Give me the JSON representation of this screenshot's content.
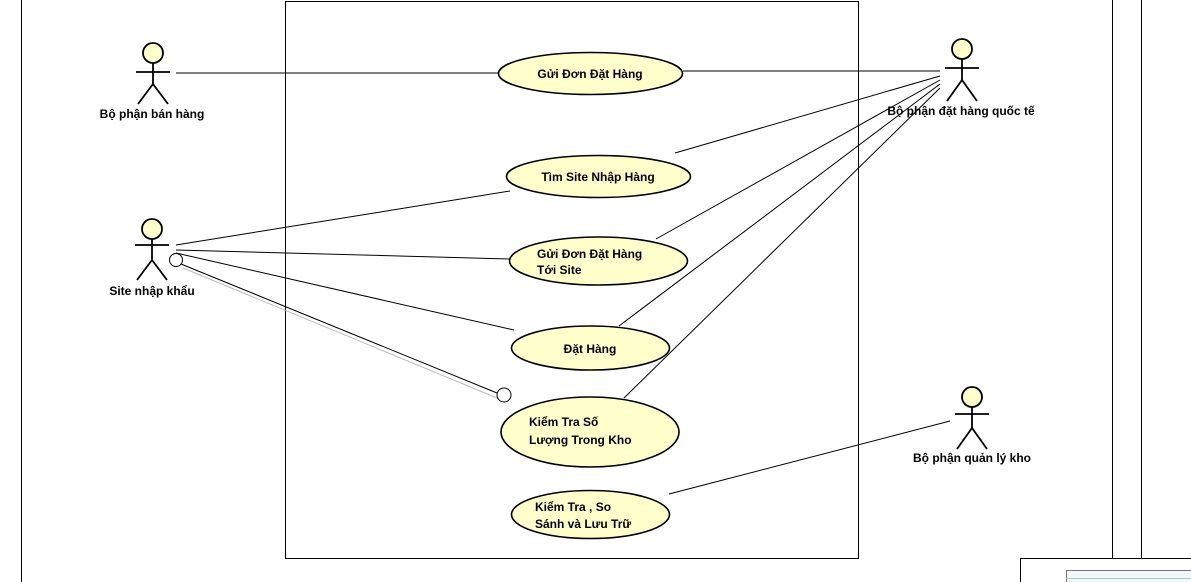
{
  "colors": {
    "usecase_fill": "#ffffcc",
    "actor_fill": "#ffffcc",
    "stroke": "#000000",
    "background": "#ffffff"
  },
  "actors": {
    "sales": "Bộ phận bán hàng",
    "importer": "Site nhập khẩu",
    "intl_ordering": "Bộ phận đặt hàng quốc tế",
    "warehouse": "Bộ phận quản lý kho"
  },
  "usecases": {
    "send_order": "Gửi Đơn Đặt Hàng",
    "find_site": "Tìm Site Nhập Hàng",
    "send_order_site_1": "Gửi Đơn Đặt Hàng",
    "send_order_site_2": "Tới Site",
    "place_order": "Đặt Hàng",
    "check_stock_1": "Kiểm Tra Số",
    "check_stock_2": "Lượng Trong Kho",
    "compare_1": "Kiểm Tra , So",
    "compare_2": "Sánh và Lưu Trữ"
  }
}
